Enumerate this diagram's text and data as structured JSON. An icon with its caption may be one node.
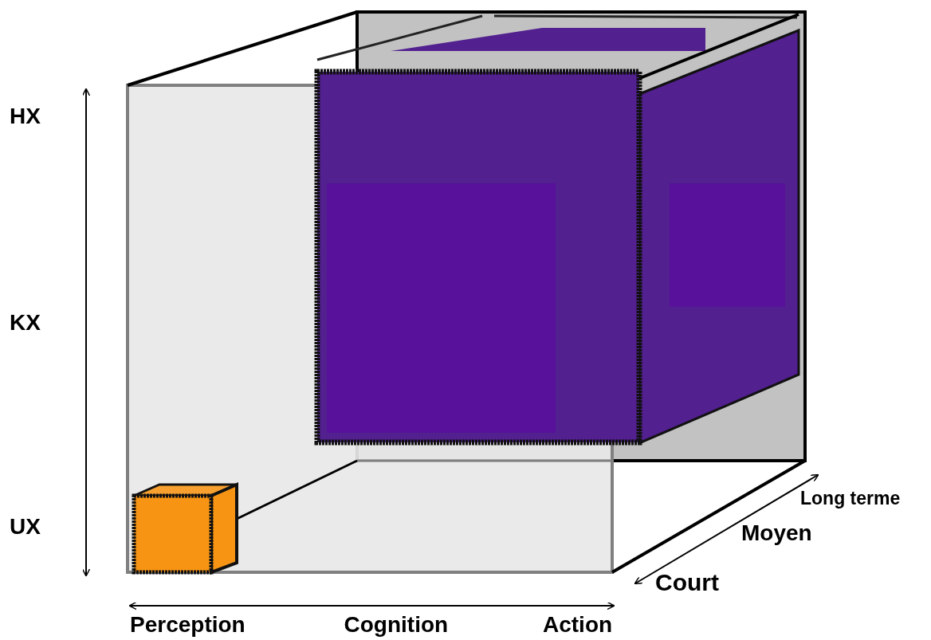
{
  "diagram": {
    "labels": [
      "HX",
      "KX",
      "UX",
      "Perception",
      "Cognition",
      "Action",
      "Long terme",
      "Moyen",
      "Court"
    ]
  }
}
